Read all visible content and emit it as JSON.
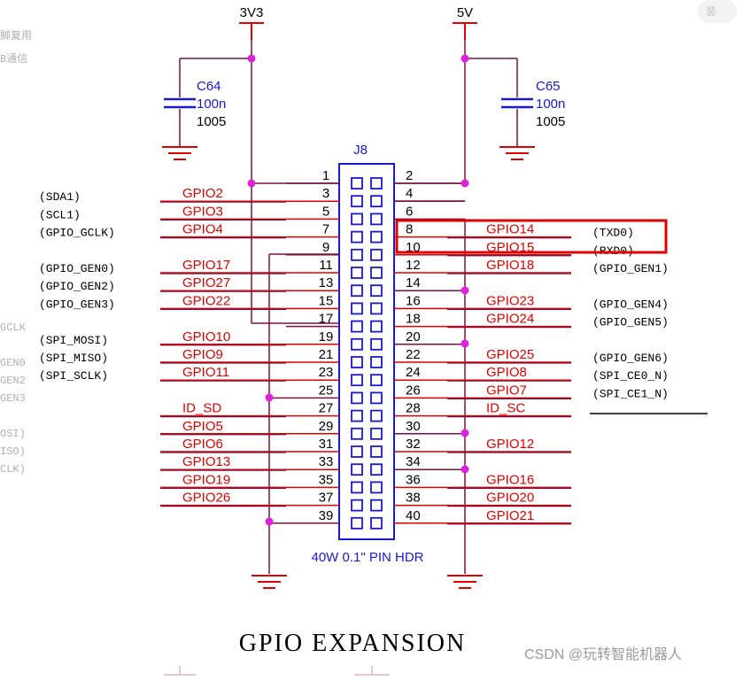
{
  "power": {
    "rail_3v3": "3V3",
    "rail_5v": "5V",
    "c64": {
      "ref": "C64",
      "value": "100n",
      "package": "1005"
    },
    "c65": {
      "ref": "C65",
      "value": "100n",
      "package": "1005"
    }
  },
  "header": {
    "ref": "J8",
    "description": "40W 0.1\" PIN HDR"
  },
  "title": "GPIO EXPANSION",
  "watermark": "CSDN @玩转智能机器人",
  "top_right_fragment": "装",
  "left_fragments": [
    "脚复用",
    "B通信",
    "GCLK",
    "GEN0",
    "GEN2",
    "GEN3",
    "OSI)",
    "ISO)",
    "CLK)"
  ],
  "highlight": {
    "pins": [
      8,
      10
    ],
    "color": "#e00000"
  },
  "pins": [
    {
      "n": 1,
      "gpio": "",
      "alt": ""
    },
    {
      "n": 2,
      "gpio": "",
      "alt": ""
    },
    {
      "n": 3,
      "gpio": "GPIO2",
      "alt": "(SDA1)"
    },
    {
      "n": 4,
      "gpio": "",
      "alt": ""
    },
    {
      "n": 5,
      "gpio": "GPIO3",
      "alt": "(SCL1)"
    },
    {
      "n": 6,
      "gpio": "",
      "alt": ""
    },
    {
      "n": 7,
      "gpio": "GPIO4",
      "alt": "(GPIO_GCLK)"
    },
    {
      "n": 8,
      "gpio": "GPIO14",
      "alt": "(TXD0)"
    },
    {
      "n": 9,
      "gpio": "",
      "alt": ""
    },
    {
      "n": 10,
      "gpio": "GPIO15",
      "alt": "(RXD0)"
    },
    {
      "n": 11,
      "gpio": "GPIO17",
      "alt": "(GPIO_GEN0)"
    },
    {
      "n": 12,
      "gpio": "GPIO18",
      "alt": "(GPIO_GEN1)"
    },
    {
      "n": 13,
      "gpio": "GPIO27",
      "alt": "(GPIO_GEN2)"
    },
    {
      "n": 14,
      "gpio": "",
      "alt": ""
    },
    {
      "n": 15,
      "gpio": "GPIO22",
      "alt": "(GPIO_GEN3)"
    },
    {
      "n": 16,
      "gpio": "GPIO23",
      "alt": "(GPIO_GEN4)"
    },
    {
      "n": 17,
      "gpio": "",
      "alt": ""
    },
    {
      "n": 18,
      "gpio": "GPIO24",
      "alt": "(GPIO_GEN5)"
    },
    {
      "n": 19,
      "gpio": "GPIO10",
      "alt": "(SPI_MOSI)"
    },
    {
      "n": 20,
      "gpio": "",
      "alt": ""
    },
    {
      "n": 21,
      "gpio": "GPIO9",
      "alt": "(SPI_MISO)"
    },
    {
      "n": 22,
      "gpio": "GPIO25",
      "alt": "(GPIO_GEN6)"
    },
    {
      "n": 23,
      "gpio": "GPIO11",
      "alt": "(SPI_SCLK)"
    },
    {
      "n": 24,
      "gpio": "GPIO8",
      "alt": "(SPI_CE0_N)"
    },
    {
      "n": 25,
      "gpio": "",
      "alt": ""
    },
    {
      "n": 26,
      "gpio": "GPIO7",
      "alt": "(SPI_CE1_N)"
    },
    {
      "n": 27,
      "gpio": "ID_SD",
      "alt": ""
    },
    {
      "n": 28,
      "gpio": "ID_SC",
      "alt": ""
    },
    {
      "n": 29,
      "gpio": "GPIO5",
      "alt": ""
    },
    {
      "n": 30,
      "gpio": "",
      "alt": ""
    },
    {
      "n": 31,
      "gpio": "GPIO6",
      "alt": ""
    },
    {
      "n": 32,
      "gpio": "GPIO12",
      "alt": ""
    },
    {
      "n": 33,
      "gpio": "GPIO13",
      "alt": ""
    },
    {
      "n": 34,
      "gpio": "",
      "alt": ""
    },
    {
      "n": 35,
      "gpio": "GPIO19",
      "alt": ""
    },
    {
      "n": 36,
      "gpio": "GPIO16",
      "alt": ""
    },
    {
      "n": 37,
      "gpio": "GPIO26",
      "alt": ""
    },
    {
      "n": 38,
      "gpio": "GPIO20",
      "alt": ""
    },
    {
      "n": 39,
      "gpio": "",
      "alt": ""
    },
    {
      "n": 40,
      "gpio": "GPIO21",
      "alt": ""
    }
  ],
  "colors": {
    "wire_red": "#e00000",
    "wire_dark": "#7a1040",
    "junction": "#e020e0",
    "connector_blue": "#1a1acc",
    "text_black": "#000000",
    "text_red": "#e00000"
  }
}
